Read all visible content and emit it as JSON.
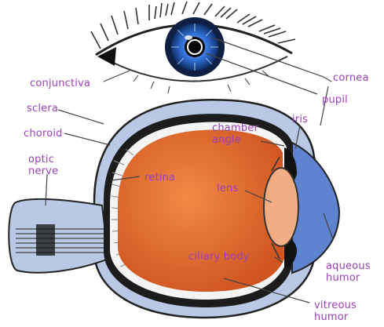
{
  "labels": {
    "conjunctiva": "conjunctiva",
    "sclera": "sclera",
    "choroid": "choroid",
    "optic_nerve": "optic\nnerve",
    "retina": "retina",
    "chamber_angle": "chamber\nangle",
    "lens": "lens",
    "ciliary_body": "ciliary body",
    "cornea": "cornea",
    "pupil": "pupil",
    "iris": "iris",
    "aqueous_humor": "aqueous\nhumor",
    "vitreous_humor": "vitreous\nhumor"
  },
  "colors": {
    "label": "#9b3fb8",
    "vitreous": "#e0692b",
    "sclera_fill": "#b9c8e4",
    "choroid": "#1c1c1c",
    "lens": "#f3ad84",
    "aqueous": "#5f83cf",
    "iris_blue": "#2f6bd0"
  }
}
